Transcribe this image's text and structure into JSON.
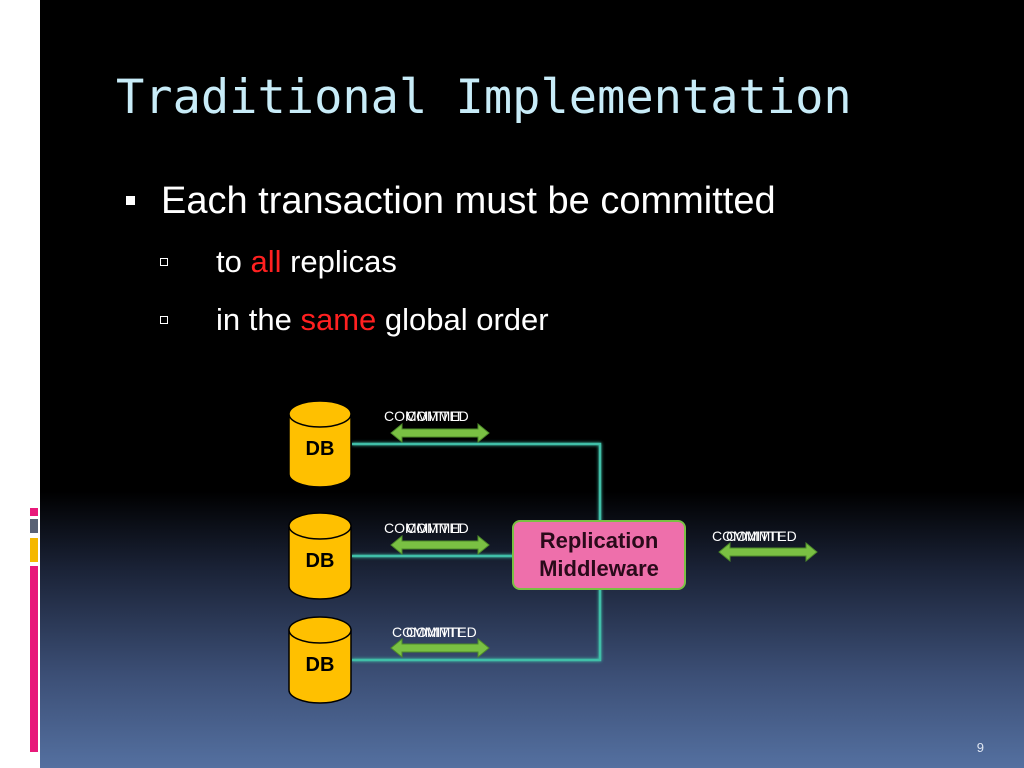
{
  "slide": {
    "title": "Traditional Implementation",
    "bullet": "Each transaction must be committed",
    "sub_bullets": [
      {
        "before": "to ",
        "highlight": "all",
        "after": " replicas"
      },
      {
        "before": "in the ",
        "highlight": "same",
        "after": " global order"
      }
    ],
    "page_number": "9"
  },
  "diagram": {
    "databases": [
      {
        "label": "DB",
        "commit_label": "COMMITTED",
        "commit_overlay": "COMMIT"
      },
      {
        "label": "DB",
        "commit_label": "COMMITTED",
        "commit_overlay": "COMMIT"
      },
      {
        "label": "DB",
        "commit_label": "COMMITTED",
        "commit_overlay": "COMMIT"
      }
    ],
    "middleware": {
      "line1": "Replication",
      "line2": "Middleware"
    },
    "client_commit_label": "COMMITTED",
    "client_commit_overlay": "COMMIT"
  },
  "colors": {
    "title": "#c8ecf8",
    "highlight": "#ff2020",
    "db_fill": "#ffc000",
    "arrow_fill": "#7ac043",
    "connector": "#3fbfa8",
    "middleware_fill": "#ee6fab",
    "strip_pink": "#e8197a",
    "strip_gold": "#f5b800",
    "strip_slate": "#5a6275"
  }
}
